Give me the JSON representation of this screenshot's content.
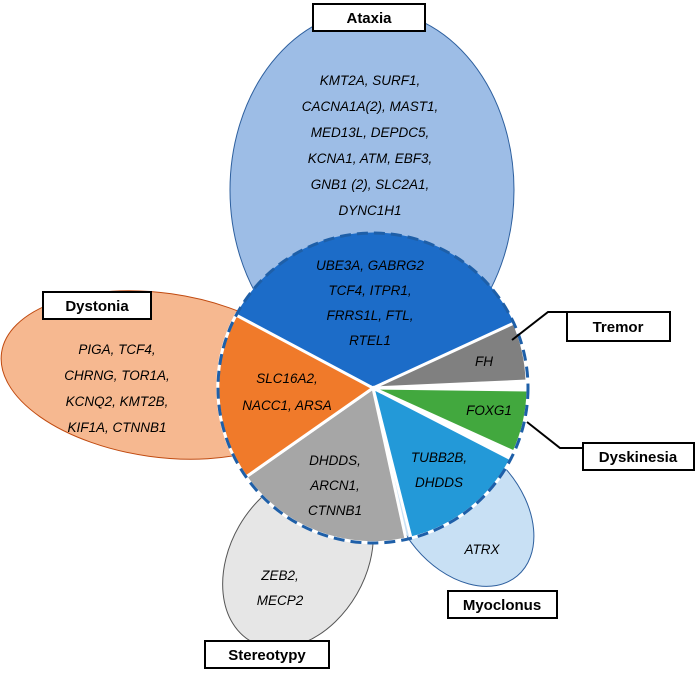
{
  "categories": {
    "ataxia": "Ataxia",
    "dystonia": "Dystonia",
    "tremor": "Tremor",
    "dyskinesia": "Dyskinesia",
    "myoclonus": "Myoclonus",
    "stereotypy": "Stereotypy"
  },
  "genes": {
    "ataxia_only": [
      "KMT2A, SURF1,",
      "CACNA1A(2), MAST1,",
      "MED13L, DEPDC5,",
      "KCNA1, ATM, EBF3,",
      "GNB1 (2), SLC2A1,",
      "DYNC1H1"
    ],
    "ataxia_core": [
      "UBE3A, GABRG2",
      "TCF4, ITPR1,",
      "FRRS1L, FTL,",
      "RTEL1"
    ],
    "dystonia_only": [
      "PIGA, TCF4,",
      "CHRNG, TOR1A,",
      "KCNQ2, KMT2B,",
      "KIF1A, CTNNB1"
    ],
    "dystonia_core": [
      "SLC16A2,",
      "NACC1, ARSA"
    ],
    "tremor_core": [
      "FH"
    ],
    "dyskinesia_core": [
      "FOXG1"
    ],
    "myoclonus_core": [
      "TUBB2B,",
      "DHDDS"
    ],
    "myoclonus_only": [
      "ATRX"
    ],
    "stereotypy_core": [
      "DHDDS,",
      "ARCN1,",
      "CTNNB1"
    ],
    "stereotypy_only": [
      "ZEB2,",
      "MECP2"
    ]
  },
  "colors": {
    "ataxia_light": "#9dbde6",
    "ataxia_dark": "#1c6cc8",
    "dystonia_light": "#f6b890",
    "dystonia_dark": "#f07a2a",
    "tremor": "#808080",
    "dyskinesia": "#42a83e",
    "myoclonus_light": "#c8e0f4",
    "myoclonus_dark": "#2399d8",
    "stereotypy_light": "#e6e6e6",
    "stereotypy_dark": "#a6a6a6",
    "core_border": "#1e5fa8"
  }
}
